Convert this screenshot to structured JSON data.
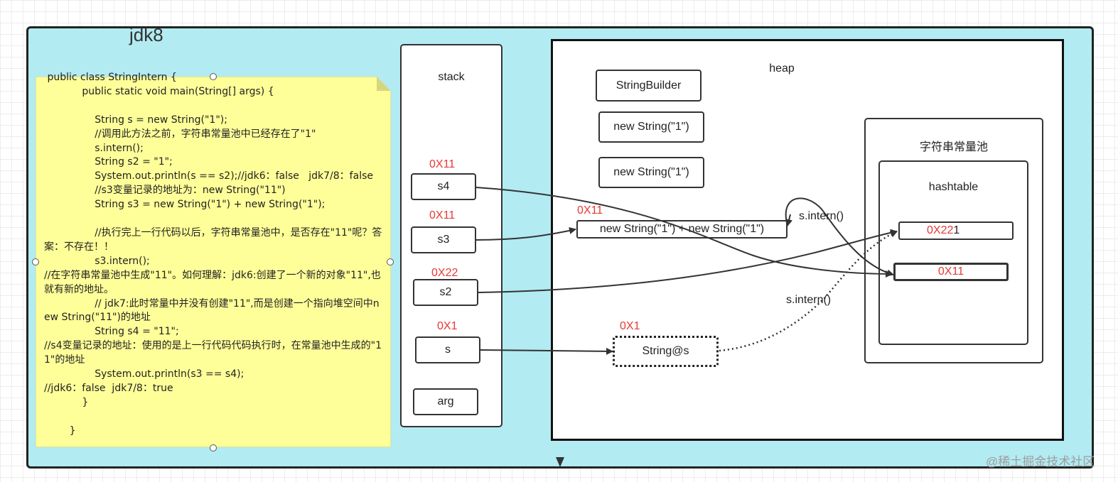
{
  "diagram": {
    "title": "jdk8",
    "code_lines": [
      " public class StringIntern {",
      "            public static void main(String[] args) {",
      "",
      "                String s = new String(\"1\");",
      "                //调用此方法之前，字符串常量池中已经存在了\"1\"",
      "                s.intern();",
      "                String s2 = \"1\";",
      "                System.out.println(s == s2);//jdk6：false   jdk7/8：false",
      "                //s3变量记录的地址为：new String(\"11\")",
      "                String s3 = new String(\"1\") + new String(\"1\");",
      "",
      "                //执行完上一行代码以后，字符串常量池中，是否存在\"11\"呢？答案：不存在！！",
      "                s3.intern();",
      "//在字符串常量池中生成\"11\"。如何理解：jdk6:创建了一个新的对象\"11\",也就有新的地址。",
      "                // jdk7:此时常量中并没有创建\"11\",而是创建一个指向堆空间中new String(\"11\")的地址",
      "                String s4 = \"11\";",
      "//s4变量记录的地址：使用的是上一行代码代码执行时，在常量池中生成的\"11\"的地址",
      "                System.out.println(s3 == s4);",
      "//jdk6：false  jdk7/8：true",
      "            }",
      "",
      "        }"
    ],
    "stack": {
      "label": "stack",
      "vars": [
        {
          "name": "s4",
          "addr": "0X11"
        },
        {
          "name": "s3",
          "addr": "0X11"
        },
        {
          "name": "s2",
          "addr": "0X22"
        },
        {
          "name": "s",
          "addr": "0X1"
        },
        {
          "name": "arg",
          "addr": ""
        }
      ]
    },
    "heap": {
      "label": "heap",
      "string_builder": "StringBuilder",
      "new_string_1": "new String(\"1\")",
      "new_string_2": "new String(\"1\")",
      "concat": "new String(\"1\") + new String(\"1\")",
      "concat_addr": "0X11",
      "string_obj": "String@s",
      "string_obj_addr": "0X1"
    },
    "pool": {
      "label": "字符串常量池",
      "hashtable_label": "hashtable",
      "entry_top_addr": "0X22",
      "entry_top_value": "1",
      "entry_bottom_addr": "0X11"
    },
    "intern_label_1": "s.intern()",
    "intern_label_2": "s.intern()",
    "watermark": "@稀土掘金技术社区"
  }
}
